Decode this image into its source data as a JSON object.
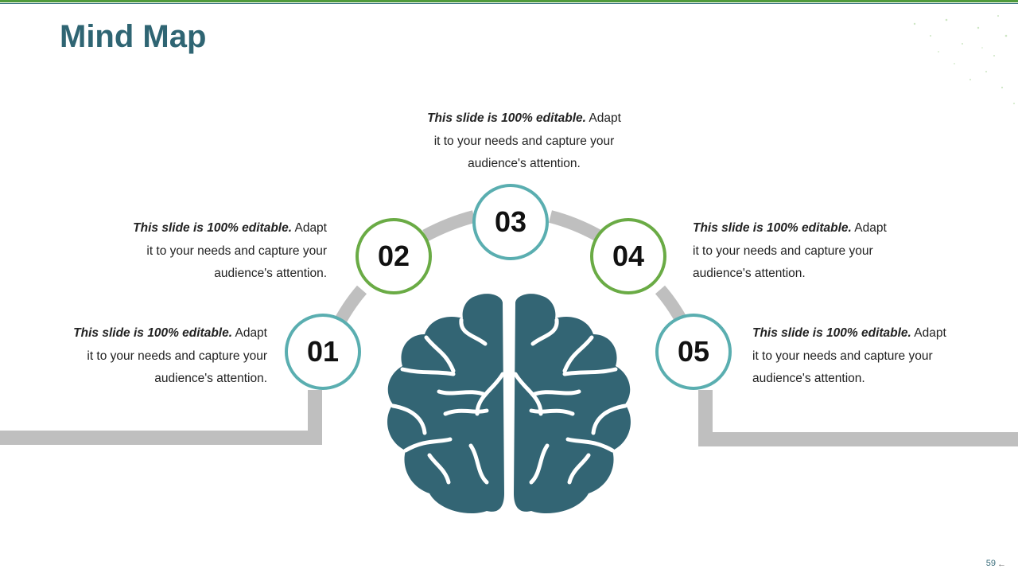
{
  "slide": {
    "title": "Mind Map",
    "page_number": "59"
  },
  "nodes": [
    {
      "number": "01",
      "lead": "This slide is 100% editable.",
      "line1_rest": " Adapt",
      "line2": "it to your needs and capture your",
      "line3": "audience's attention."
    },
    {
      "number": "02",
      "lead": "This slide is 100% editable.",
      "line1_rest": " Adapt",
      "line2": "it to your needs and capture your",
      "line3": "audience's attention."
    },
    {
      "number": "03",
      "lead": "This slide is 100% editable.",
      "line1_rest": " Adapt",
      "line2": "it to your needs and capture your",
      "line3": "audience's attention."
    },
    {
      "number": "04",
      "lead": "This slide is 100% editable.",
      "line1_rest": " Adapt",
      "line2": "it to your needs and capture your",
      "line3": "audience's attention."
    },
    {
      "number": "05",
      "lead": "This slide is 100% editable.",
      "line1_rest": " Adapt",
      "line2": "it to your needs and capture your",
      "line3": "audience's attention."
    }
  ],
  "colors": {
    "teal_ring": "#5aaeb0",
    "green_ring": "#6aab45",
    "brain": "#336574",
    "connector": "#bfbfbf",
    "title": "#2f6573"
  },
  "icons": {
    "center": "brain-icon",
    "nav": "back-arrow-icon"
  }
}
